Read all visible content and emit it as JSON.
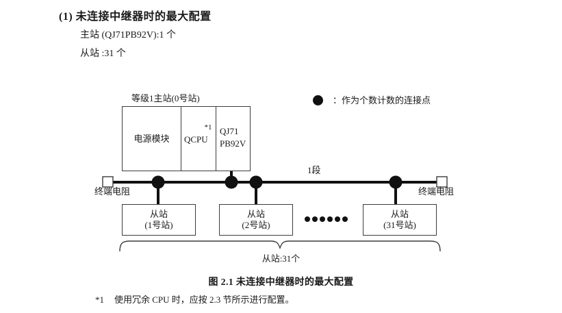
{
  "section": {
    "number": "(1)",
    "title": "未连接中继器时的最大配置",
    "lines": [
      "主站 (QJ71PB92V):1 个",
      "从站 :31 个"
    ]
  },
  "legend": {
    "symbol": "filled-circle",
    "separator": "：",
    "text": "作为个数计数的连接点"
  },
  "diagram": {
    "master": {
      "caption": "等级1主站(0号站)",
      "cells": [
        {
          "label": "电源模块",
          "footnote": ""
        },
        {
          "label": "QCPU",
          "footnote": "*1"
        },
        {
          "label": "QJ71\nPB92V",
          "footnote": ""
        }
      ],
      "cell_lines": {
        "power": "电源模块",
        "cpu": "QCPU",
        "cpu_note": "*1",
        "module_l1": "QJ71",
        "module_l2": "PB92V"
      }
    },
    "bus": {
      "segment_label": "1段",
      "terminator_left": "终端电阻",
      "terminator_right": "终端电阻",
      "node_count": 4
    },
    "slaves": [
      {
        "line1": "从站",
        "line2": "(1号站)"
      },
      {
        "line1": "从站",
        "line2": "(2号站)"
      },
      {
        "line1": "从站",
        "line2": "(31号站)"
      }
    ],
    "ellipsis_dots": 6,
    "brace_label": "从站:31个"
  },
  "figure": {
    "caption": "图 2.1  未连接中继器时的最大配置"
  },
  "footnote": {
    "mark": "*1",
    "text": "使用冗余 CPU 时，应按 2.3 节所示进行配置。"
  },
  "colors": {
    "ink": "#1a1a1a",
    "line": "#3b3b3b",
    "bus": "#111111",
    "node": "#111111"
  }
}
